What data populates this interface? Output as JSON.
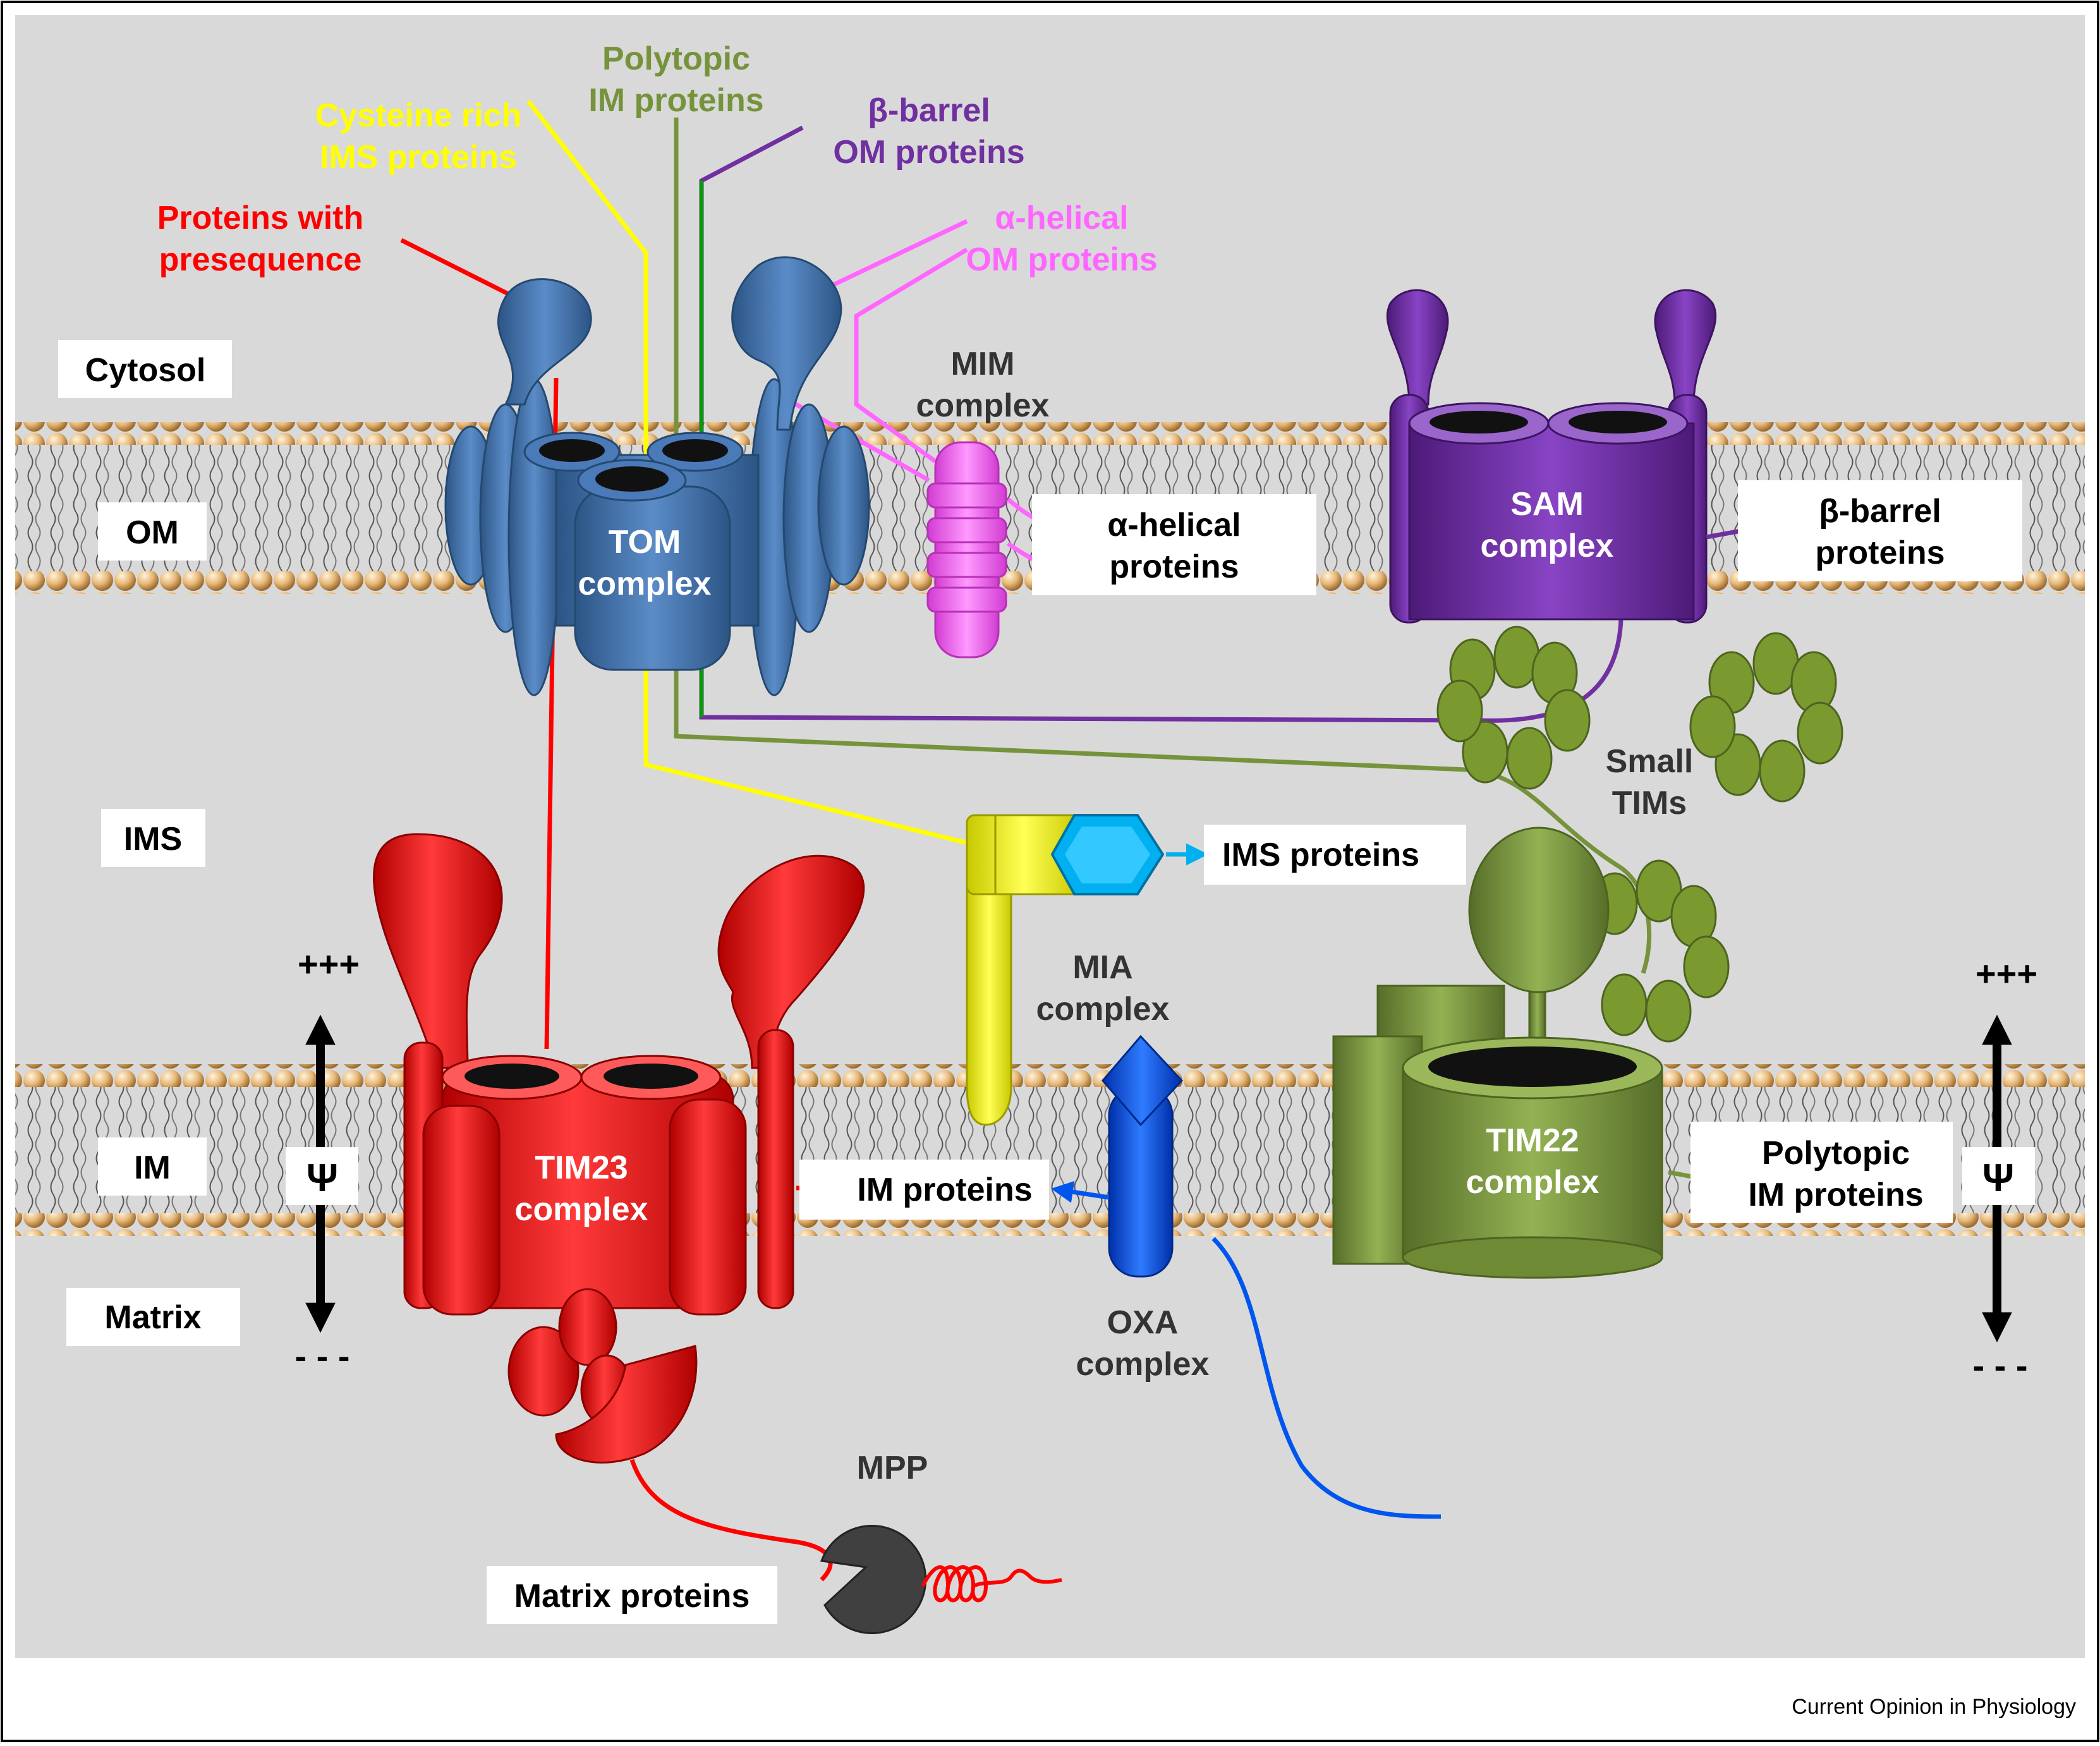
{
  "regions": {
    "cytosol": "Cytosol",
    "om": "OM",
    "ims": "IMS",
    "im": "IM",
    "matrix": "Matrix"
  },
  "pathways": {
    "presequence": [
      "Proteins with",
      "presequence"
    ],
    "cysteine": [
      "Cysteine rich",
      "IMS proteins"
    ],
    "polytopic": [
      "Polytopic",
      "IM proteins"
    ],
    "beta_barrel": [
      "β-barrel",
      "OM proteins"
    ],
    "alpha_helical": [
      "α-helical",
      "OM proteins"
    ]
  },
  "complexes": {
    "tom": [
      "TOM",
      "complex"
    ],
    "mim": [
      "MIM",
      "complex"
    ],
    "sam": [
      "SAM",
      "complex"
    ],
    "small_tims": [
      "Small",
      "TIMs"
    ],
    "mia": [
      "MIA",
      "complex"
    ],
    "tim23": [
      "TIM23",
      "complex"
    ],
    "tim22": [
      "TIM22",
      "complex"
    ],
    "oxa": [
      "OXA",
      "complex"
    ],
    "mpp": "MPP"
  },
  "products": {
    "alpha_helical": [
      "α-helical",
      "proteins"
    ],
    "beta_barrel": [
      "β-barrel",
      "proteins"
    ],
    "ims": "IMS proteins",
    "im": "IM proteins",
    "polytopic": [
      "Polytopic",
      "IM proteins"
    ],
    "matrix": "Matrix proteins"
  },
  "potential": {
    "plus": "+++",
    "minus": "- - -",
    "psi": "Ψ"
  },
  "credit": "Current Opinion in Physiology",
  "colors": {
    "background": "#d9d9d9",
    "presequence": "#ff0000",
    "cysteine": "#ffff00",
    "polytopic": "#76933c",
    "beta_barrel": "#7030a0",
    "alpha_helical": "#ff66ff",
    "tom": "#3f6fa8",
    "tim23": "#ee1111",
    "tim22": "#77933c",
    "oxa": "#0055ee",
    "ims_product": "#00b0f0",
    "mpp": "#404040"
  }
}
